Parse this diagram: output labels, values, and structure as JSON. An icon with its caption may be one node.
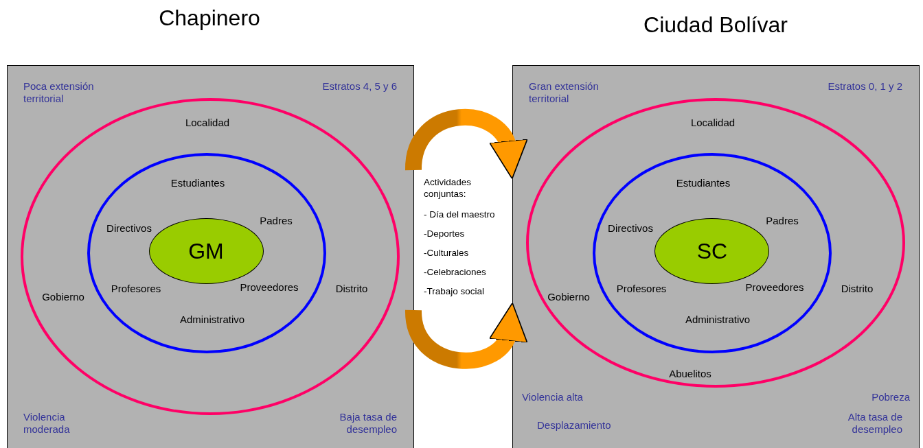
{
  "diagram": {
    "nodes": [
      {
        "text": [
          "Chapinero",
          "Poca extensión territorial",
          "Estratos 4, 5 y 6",
          "Violencia moderada",
          "Baja tasa de desempleo"
        ]
      },
      {
        "text": [
          "Localidad",
          "Gobierno",
          "Distrito"
        ],
        "in": 0
      },
      {
        "text": [
          "Estudiantes",
          "Directivos",
          "Padres",
          "Profesores",
          "Proveedores",
          "Administrativo"
        ],
        "in": 1
      },
      {
        "text": [
          "GM"
        ],
        "in": 2
      },
      {
        "text": [
          "Ciudad Bolívar",
          "Gran extensión territorial",
          "Estratos 0, 1 y 2",
          "Violencia alta",
          "Pobreza",
          "Desplazamiento",
          "Alta tasa de desempleo"
        ]
      },
      {
        "text": [
          "Localidad",
          "Gobierno",
          "Distrito",
          "Abuelitos"
        ],
        "in": 4
      },
      {
        "text": [
          "Estudiantes",
          "Directivos",
          "Padres",
          "Profesores",
          "Proveedores",
          "Administrativo"
        ],
        "in": 5
      },
      {
        "text": [
          "SC"
        ],
        "in": 6
      }
    ],
    "edges": [
      {
        "from": 0,
        "to": 4,
        "arrow": "to"
      },
      {
        "from": 0,
        "to": 4,
        "arrow": "to"
      }
    ],
    "labels": [
      "Actividades conjuntas:",
      "- Día del maestro",
      "-Deportes",
      "-Culturales",
      "-Celebraciones",
      "-Trabajo social"
    ]
  }
}
